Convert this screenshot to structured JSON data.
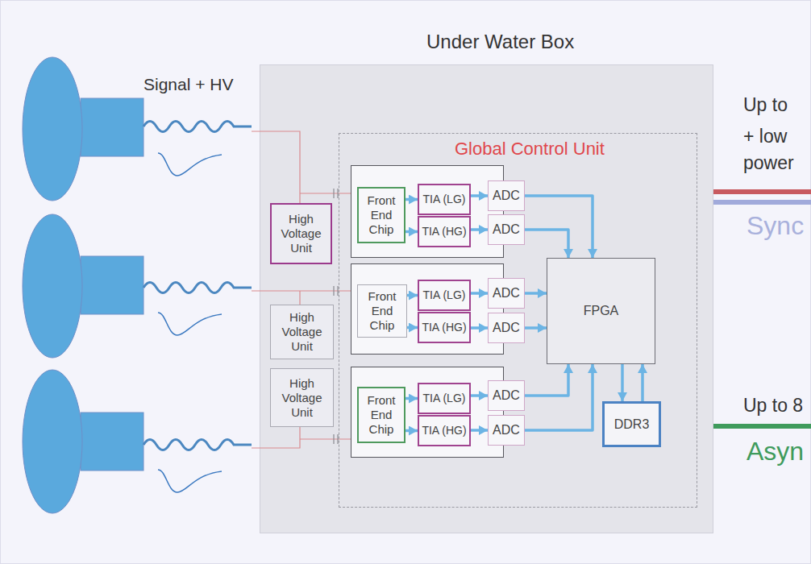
{
  "diagram": {
    "nodes": [
      {
        "text": [
          "Under Water Box"
        ]
      },
      {
        "text": [
          "Global Control Unit"
        ],
        "in": 0
      },
      {
        "text": [
          "High Voltage Unit"
        ],
        "in": 0
      },
      {
        "text": [
          "Front End Chip"
        ],
        "in": 1
      },
      {
        "text": [
          "TIA (LG)"
        ],
        "in": 1
      },
      {
        "text": [
          "TIA (HG)"
        ],
        "in": 1
      },
      {
        "text": [
          "ADC"
        ],
        "in": 1
      },
      {
        "text": [
          "ADC"
        ],
        "in": 1
      },
      {
        "text": [
          "FPGA"
        ],
        "in": 1
      },
      {
        "text": [
          "High Voltage Unit"
        ],
        "in": 0
      },
      {
        "text": [
          "Front End Chip"
        ],
        "in": 1
      },
      {
        "text": [
          "TIA (LG)"
        ],
        "in": 1
      },
      {
        "text": [
          "TIA (HG)"
        ],
        "in": 1
      },
      {
        "text": [
          "ADC"
        ],
        "in": 1
      },
      {
        "text": [
          "ADC"
        ],
        "in": 1
      },
      {
        "text": [
          "High Voltage Unit"
        ],
        "in": 0
      },
      {
        "text": [
          "Front End Chip"
        ],
        "in": 1
      },
      {
        "text": [
          "TIA (LG)"
        ],
        "in": 1
      },
      {
        "text": [
          "TIA (HG)"
        ],
        "in": 1
      },
      {
        "text": [
          "ADC"
        ],
        "in": 1
      },
      {
        "text": [
          "ADC"
        ],
        "in": 1
      },
      {
        "text": [
          "DDR3"
        ],
        "in": 1
      }
    ],
    "edges": [
      {
        "from": 3,
        "to": 4,
        "arrow": "to"
      },
      {
        "from": 3,
        "to": 5,
        "arrow": "to"
      },
      {
        "from": 4,
        "to": 6,
        "arrow": "to"
      },
      {
        "from": 5,
        "to": 7,
        "arrow": "to"
      },
      {
        "from": 6,
        "to": 8,
        "arrow": "to"
      },
      {
        "from": 7,
        "to": 8,
        "arrow": "to"
      },
      {
        "from": 10,
        "to": 11,
        "arrow": "to"
      },
      {
        "from": 10,
        "to": 12,
        "arrow": "to"
      },
      {
        "from": 11,
        "to": 13,
        "arrow": "to"
      },
      {
        "from": 12,
        "to": 14,
        "arrow": "to"
      },
      {
        "from": 13,
        "to": 8,
        "arrow": "to"
      },
      {
        "from": 14,
        "to": 8,
        "arrow": "to"
      },
      {
        "from": 16,
        "to": 17,
        "arrow": "to"
      },
      {
        "from": 16,
        "to": 18,
        "arrow": "to"
      },
      {
        "from": 17,
        "to": 19,
        "arrow": "to"
      },
      {
        "from": 18,
        "to": 20,
        "arrow": "to"
      },
      {
        "from": 19,
        "to": 8,
        "arrow": "to"
      },
      {
        "from": 20,
        "to": 8,
        "arrow": "to"
      },
      {
        "from": 8,
        "to": 21,
        "arrow": "to"
      },
      {
        "from": 21,
        "to": 8,
        "arrow": "to"
      }
    ],
    "labels": [
      "Signal + HV",
      "Up to",
      "+ low",
      "power",
      "Sync",
      "Up to 8",
      "Asyn"
    ]
  }
}
